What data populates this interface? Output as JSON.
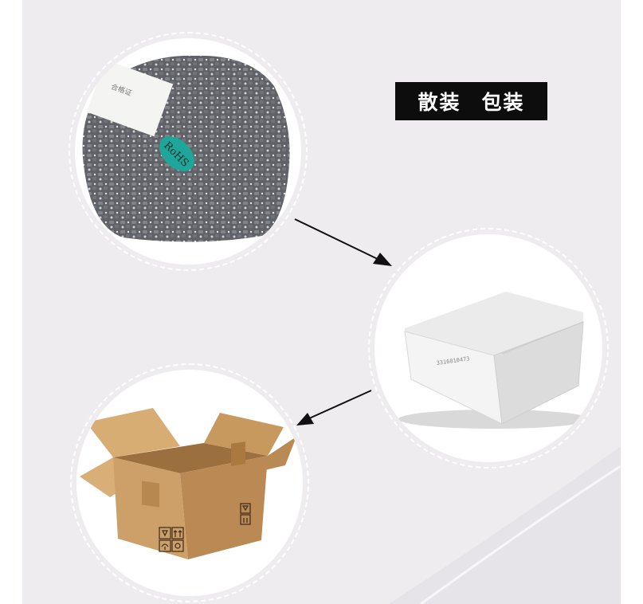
{
  "title": {
    "bulk_label": "散装",
    "packaged_label": "包装"
  },
  "bag": {
    "label_rohs": "RoHS",
    "label_tag": "合格证"
  },
  "white_box": {
    "barcode_text": "3316010473"
  },
  "carton": {
    "icons": [
      "glass-icon",
      "up-arrows-icon",
      "umbrella-icon",
      "recycle-icon"
    ]
  },
  "colors": {
    "background": "#eeecef",
    "title_bg": "#0d0d0d",
    "title_text": "#ffffff",
    "rohs_badge": "#1fa69a",
    "carton": "#c99a62"
  }
}
